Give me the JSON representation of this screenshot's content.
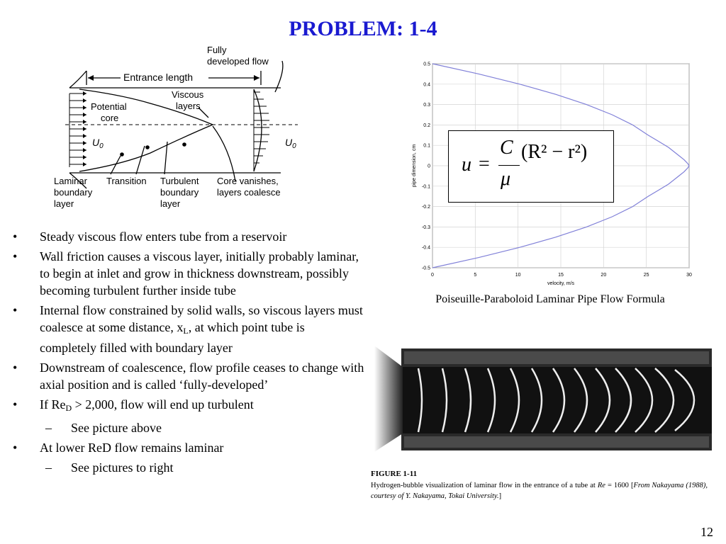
{
  "slide": {
    "title": "PROBLEM: 1-4",
    "page_number": "12"
  },
  "diagram": {
    "labels": {
      "fully": "Fully",
      "developed_flow": "developed flow",
      "entrance_length": "Entrance length",
      "viscous": "Viscous",
      "layers": "layers",
      "potential": "Potential",
      "core": "core",
      "u0_left": "U",
      "u0_left_sub": "0",
      "u0_right": "U",
      "u0_right_sub": "0",
      "laminar": "Laminar",
      "laminar_2": "boundary",
      "laminar_3": "layer",
      "transition": "Transition",
      "turbulent": "Turbulent",
      "turbulent_2": "boundary",
      "turbulent_3": "layer",
      "core_vanishes": "Core vanishes,",
      "layers_coalesce": "layers coalesce"
    }
  },
  "bullets": [
    {
      "text": "Steady viscous flow enters tube from a reservoir"
    },
    {
      "text": "Wall friction causes a viscous layer, initially probably laminar, to begin at inlet and grow in thickness downstream, possibly becoming turbulent further inside tube"
    },
    {
      "text_a": "Internal flow constrained by solid walls, so viscous layers must coalesce at some distance, x",
      "sub": "L",
      "text_b": ", at which point tube is completely filled with boundary layer"
    },
    {
      "text": "Downstream of coalescence, flow profile ceases to change with axial position and is called ‘fully-developed’"
    },
    {
      "text_a": "If Re",
      "sub": "D",
      "text_b": " > 2,000, flow will end up turbulent"
    },
    {
      "text": "See picture above"
    },
    {
      "text": "At lower ReD flow remains laminar"
    },
    {
      "text": "See pictures to right"
    }
  ],
  "bullet_char": "•",
  "sub_bullet_char": "–",
  "formula": {
    "u": "u",
    "equals": "=",
    "numerator": "C",
    "denominator": "μ",
    "paren": "(R² − r²)"
  },
  "plot_caption": "Poiseuille-Paraboloid Laminar Pipe Flow Formula",
  "figure": {
    "label": "FIGURE 1-11",
    "caption_a": "Hydrogen-bubble visualization of laminar flow in the entrance of a tube at ",
    "caption_re": "Re",
    "caption_b": " = 1600  [",
    "caption_from": "From Nakayama (1988), courtesy of Y. Nakayama, Tokai University.",
    "caption_c": "]"
  },
  "colors": {
    "title": "#1a1ad0",
    "curve": "#8080d8"
  },
  "chart_data": {
    "type": "line",
    "xlabel": "velocity, m/s",
    "ylabel": "pipe dimension, cm",
    "xlim": [
      0,
      30
    ],
    "ylim": [
      -0.5,
      0.5
    ],
    "xticks": [
      0,
      5,
      10,
      15,
      20,
      25,
      30
    ],
    "yticks": [
      -0.5,
      -0.4,
      -0.3,
      -0.2,
      -0.1,
      0,
      0.1,
      0.2,
      0.3,
      0.4,
      0.5
    ],
    "grid": true,
    "series": [
      {
        "x": [
          0,
          5.4,
          10.2,
          14.4,
          18.0,
          21.0,
          23.4,
          25.2,
          26.4,
          27.6,
          28.8,
          29.4,
          29.85,
          30.0,
          29.85,
          29.4,
          28.8,
          27.6,
          26.4,
          25.2,
          23.4,
          21.0,
          18.0,
          14.4,
          10.2,
          5.4,
          0
        ],
        "y": [
          0.5,
          0.45,
          0.4,
          0.35,
          0.3,
          0.25,
          0.2,
          0.15,
          0.12,
          0.09,
          0.05,
          0.03,
          0.01,
          0,
          -0.01,
          -0.03,
          -0.05,
          -0.09,
          -0.12,
          -0.15,
          -0.2,
          -0.25,
          -0.3,
          -0.35,
          -0.4,
          -0.45,
          -0.5
        ]
      }
    ]
  }
}
